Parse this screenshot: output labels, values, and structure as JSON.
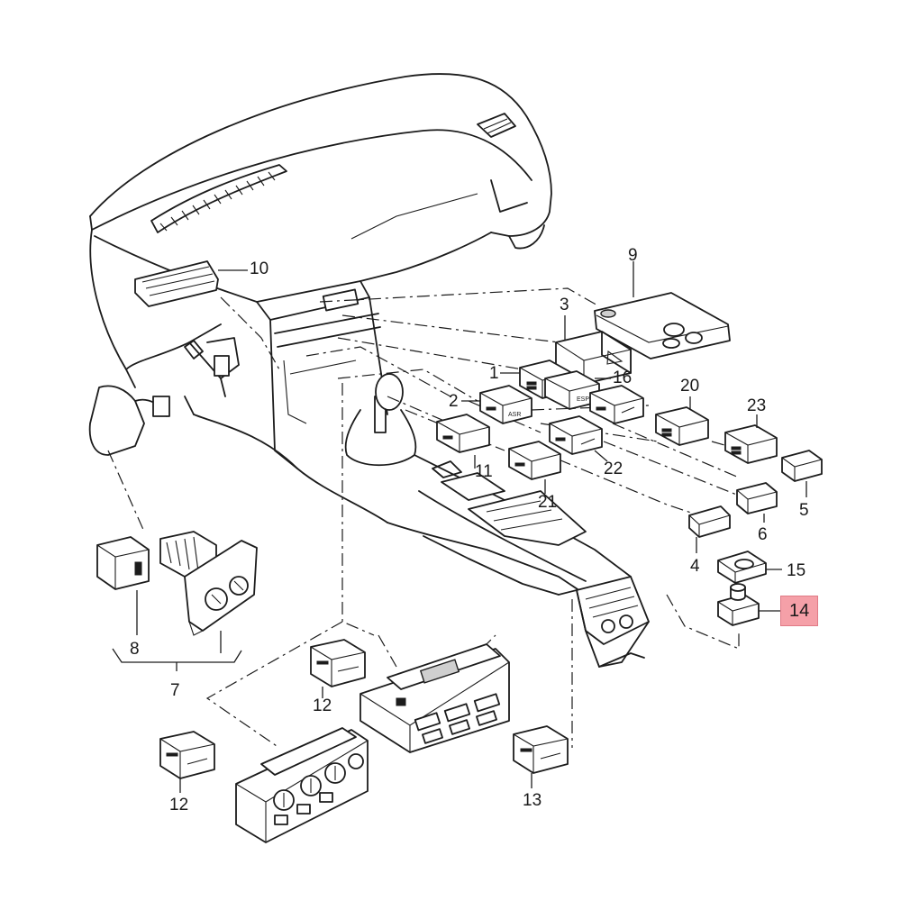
{
  "diagram": {
    "highlight_color": "#f5a0a8",
    "highlighted_part": "14",
    "callouts": [
      {
        "id": "c10",
        "label": "10"
      },
      {
        "id": "c9",
        "label": "9"
      },
      {
        "id": "c3",
        "label": "3"
      },
      {
        "id": "c1",
        "label": "1"
      },
      {
        "id": "c16",
        "label": "16"
      },
      {
        "id": "c2",
        "label": "2"
      },
      {
        "id": "c20",
        "label": "20"
      },
      {
        "id": "c23",
        "label": "23"
      },
      {
        "id": "c11",
        "label": "11"
      },
      {
        "id": "c22",
        "label": "22"
      },
      {
        "id": "c21",
        "label": "21"
      },
      {
        "id": "c5",
        "label": "5"
      },
      {
        "id": "c6",
        "label": "6"
      },
      {
        "id": "c4",
        "label": "4"
      },
      {
        "id": "c15",
        "label": "15"
      },
      {
        "id": "c14",
        "label": "14"
      },
      {
        "id": "c8",
        "label": "8"
      },
      {
        "id": "c7",
        "label": "7"
      },
      {
        "id": "c12a",
        "label": "12"
      },
      {
        "id": "c12b",
        "label": "12"
      },
      {
        "id": "c13",
        "label": "13"
      }
    ]
  }
}
